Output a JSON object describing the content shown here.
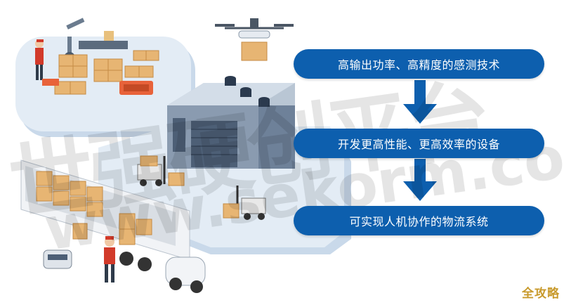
{
  "flow": {
    "step1": "高输出功率、高精度的感测技术",
    "step2": "开发更高性能、更高效率的设备",
    "step3": "可实现人机协作的物流系统"
  },
  "watermark": {
    "line1": "世强硬创平台",
    "line2": "www.sekorm.com"
  },
  "badge": "全攻略",
  "colors": {
    "flow_box": "#0d5fae",
    "arrow": "#0d5fae",
    "platform": "#dfe8f1",
    "accent_orange": "#e8623a",
    "badge": "#c89a2c"
  }
}
